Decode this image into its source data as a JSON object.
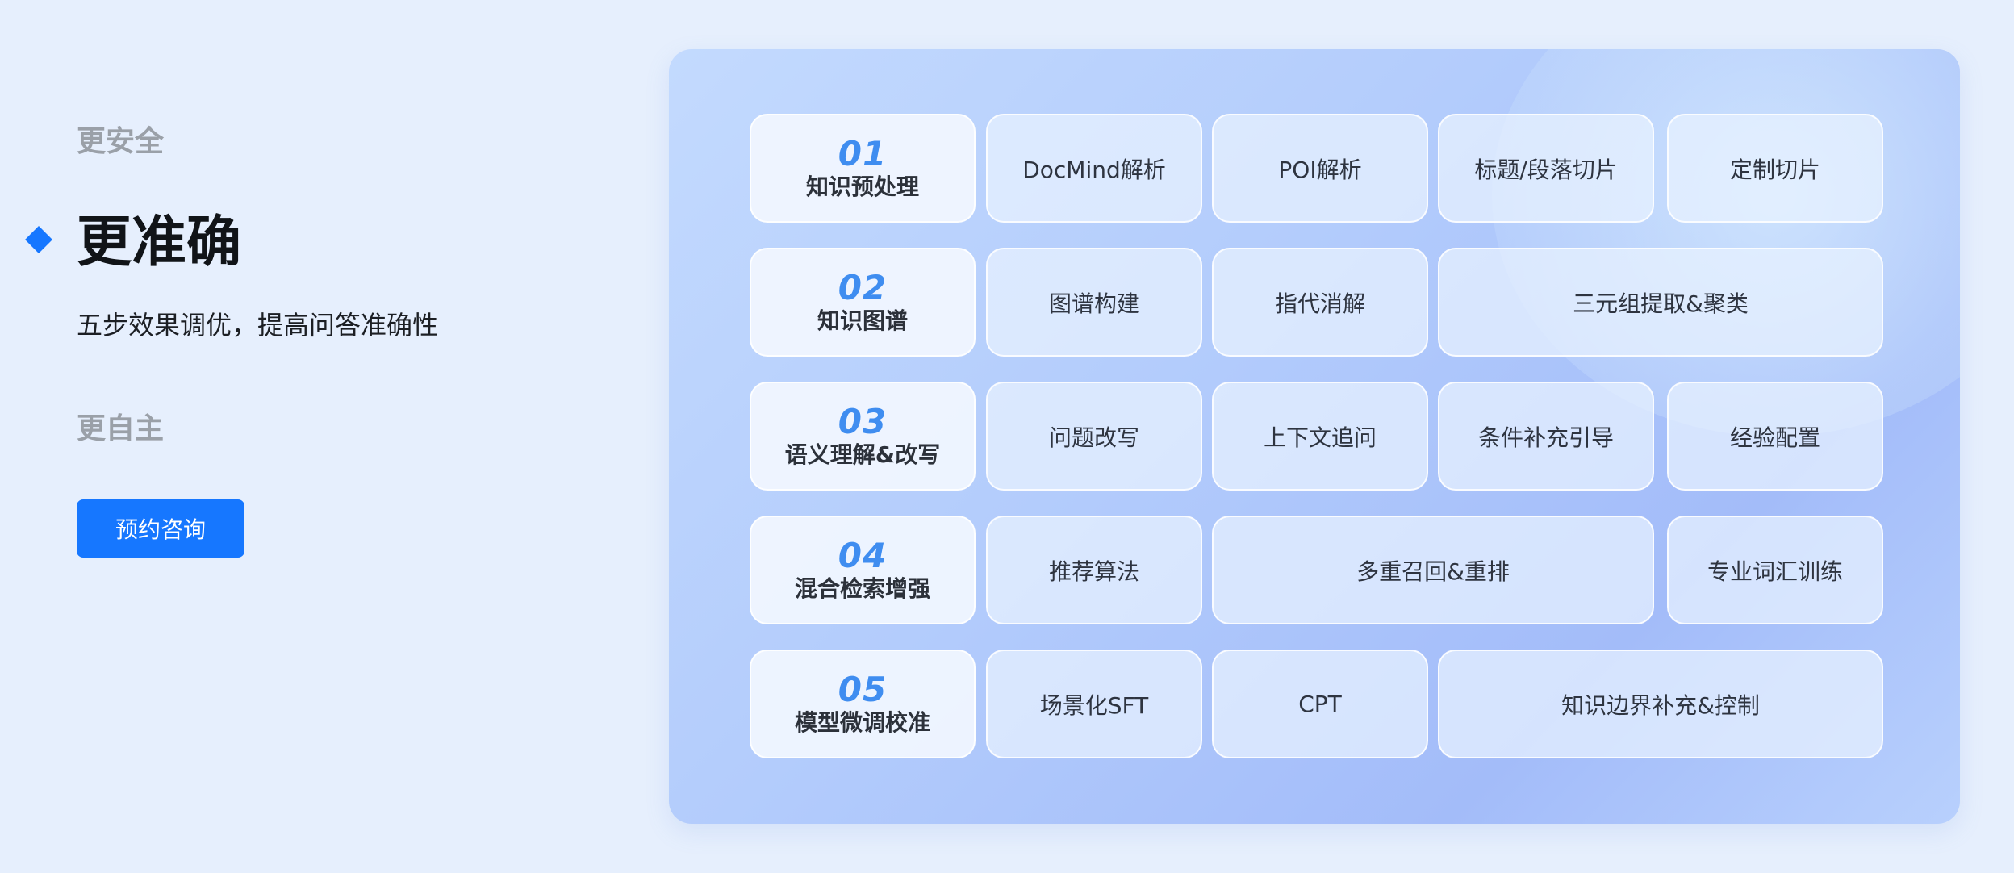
{
  "nav": {
    "safe_label": "更安全",
    "accurate_label": "更准确",
    "accurate_desc": "五步效果调优，提高问答准确性",
    "autonomous_label": "更自主",
    "cta_label": "预约咨询"
  },
  "colors": {
    "accent": "#1677ff",
    "step_number": "#3f8df0",
    "inactive_text": "#9aa0a8"
  },
  "steps": [
    {
      "num": "01",
      "title": "知识预处理",
      "items": [
        "DocMind解析",
        "POI解析",
        "标题/段落切片",
        "定制切片"
      ]
    },
    {
      "num": "02",
      "title": "知识图谱",
      "items": [
        "图谱构建",
        "指代消解",
        "三元组提取&聚类"
      ]
    },
    {
      "num": "03",
      "title": "语义理解&改写",
      "items": [
        "问题改写",
        "上下文追问",
        "条件补充引导",
        "经验配置"
      ]
    },
    {
      "num": "04",
      "title": "混合检索增强",
      "items": [
        "推荐算法",
        "多重召回&重排",
        "专业词汇训练"
      ]
    },
    {
      "num": "05",
      "title": "模型微调校准",
      "items": [
        "场景化SFT",
        "CPT",
        "知识边界补充&控制"
      ]
    }
  ]
}
